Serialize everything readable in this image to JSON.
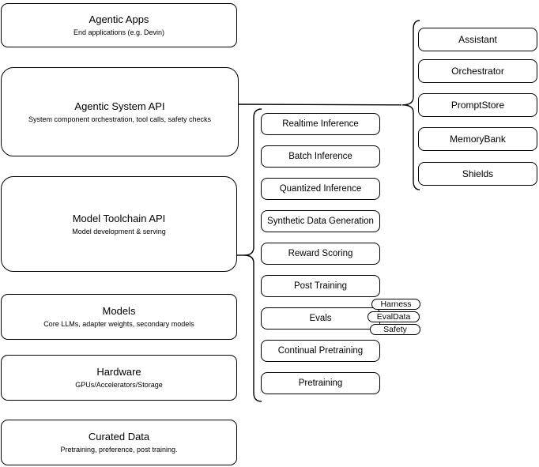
{
  "layers": [
    {
      "title": "Agentic Apps",
      "subtitle": "End applications (e.g. Devin)"
    },
    {
      "title": "Agentic System API",
      "subtitle": "System component orchestration, tool calls, safety checks"
    },
    {
      "title": "Model Toolchain API",
      "subtitle": "Model development & serving"
    },
    {
      "title": "Models",
      "subtitle": "Core LLMs, adapter weights, secondary models"
    },
    {
      "title": "Hardware",
      "subtitle": "GPUs/Accelerators/Storage"
    },
    {
      "title": "Curated Data",
      "subtitle": "Pretraining, preference, post training."
    }
  ],
  "toolchain": {
    "items": [
      "Realtime Inference",
      "Batch Inference",
      "Quantized Inference",
      "Synthetic Data Generation",
      "Reward Scoring",
      "Post Training",
      "Evals",
      "Continual Pretraining",
      "Pretraining"
    ],
    "evals_tags": [
      "Harness",
      "EvalData",
      "Safety"
    ]
  },
  "agentic_components": {
    "items": [
      "Assistant",
      "Orchestrator",
      "PromptStore",
      "MemoryBank",
      "Shields"
    ]
  },
  "colors": {
    "stroke": "#000000",
    "fill": "#ffffff",
    "text": "#000000"
  }
}
